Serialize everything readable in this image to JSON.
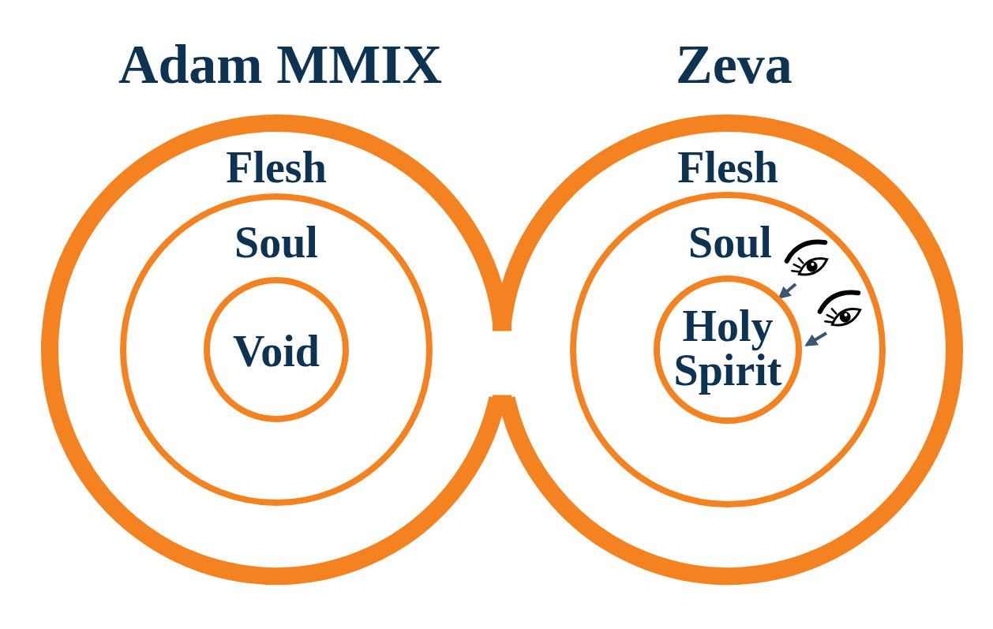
{
  "diagram": {
    "nodes": [
      {
        "text": [
          "Adam MMIX",
          "Flesh"
        ]
      },
      {
        "text": [
          "Soul"
        ],
        "in": 0
      },
      {
        "text": [
          "Void"
        ],
        "in": 1
      },
      {
        "text": [
          "Zeva",
          "Flesh"
        ]
      },
      {
        "text": [
          "Soul"
        ],
        "in": 3
      },
      {
        "text": [
          "Holy Spirit"
        ],
        "in": 4
      }
    ],
    "edges": [
      {
        "from": 0,
        "to": 3,
        "arrow": "none"
      }
    ]
  }
}
